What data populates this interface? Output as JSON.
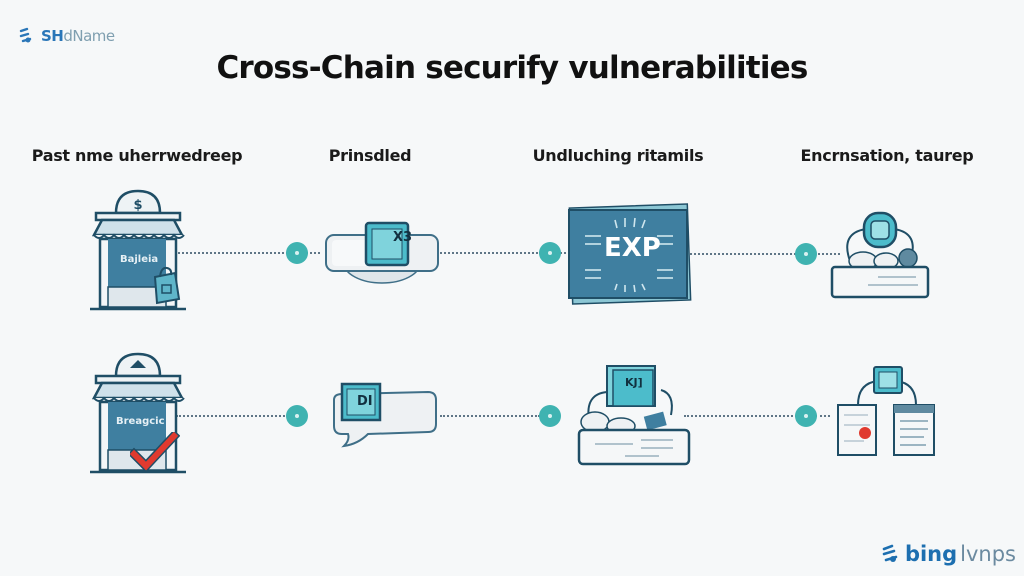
{
  "brand_top": {
    "icon": "network-logo-icon",
    "bold": "SH",
    "rest": "dName"
  },
  "title": "Cross-Chain securify vulnerabilities",
  "columns": [
    {
      "label": "Past nme uherrwedreep"
    },
    {
      "label": "Prinsdled"
    },
    {
      "label": "Undluching ritamils"
    },
    {
      "label": "Encrnsation, taurep"
    }
  ],
  "rows": [
    {
      "store_sign": "Bajleia",
      "store_icon": "storefront-icon",
      "badge_icon": "shopping-bag-icon",
      "step2_icon": "device-x-icon",
      "step2_text": "X3",
      "step3_icon": "exp-card-icon",
      "step3_text": "EXP",
      "step4_icon": "lock-vault-icon"
    },
    {
      "store_sign": "Breagcic",
      "store_icon": "storefront-icon",
      "badge_icon": "checkmark-icon",
      "step2_icon": "chat-bubble-icon",
      "step2_text": "DI",
      "step3_icon": "monitor-basket-icon",
      "step3_text": "KJ]",
      "step4_icon": "documents-link-icon"
    }
  ],
  "brand_bottom": {
    "icon": "network-logo-icon",
    "bold": "bing",
    "rest": "lvnps"
  },
  "colors": {
    "teal": "#3fb3b1",
    "navy": "#1f4e66",
    "steel": "#3f7fa0",
    "red": "#e03a2f"
  }
}
